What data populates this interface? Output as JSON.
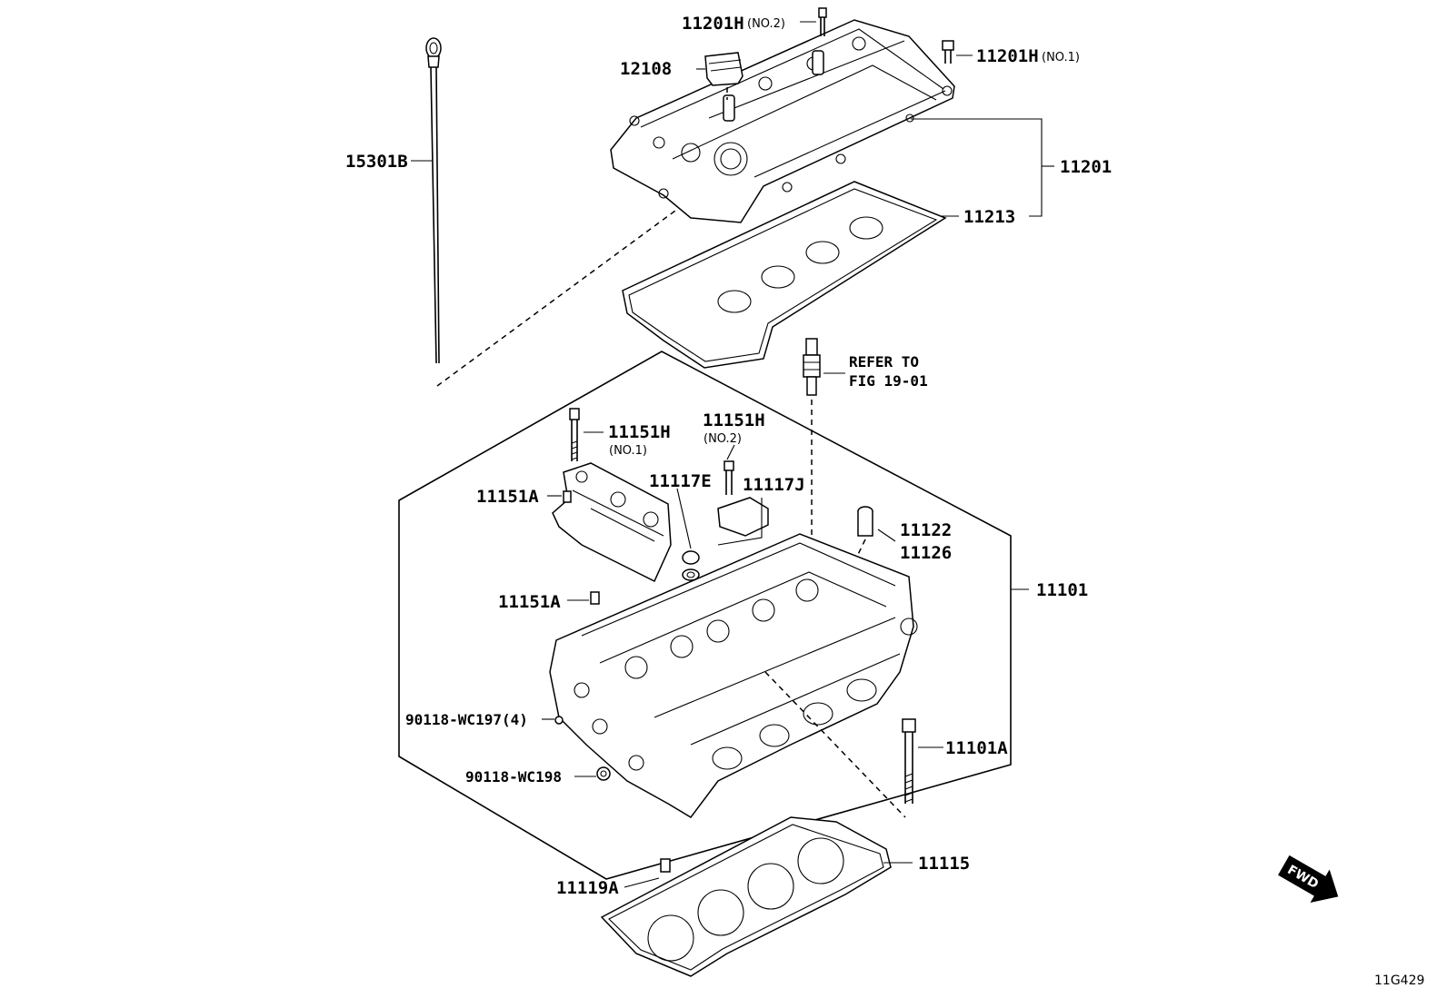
{
  "labels": {
    "p11201h_no2": "11201H",
    "p11201h_no2_sub": "(NO.2)",
    "p11201h_no1": "11201H",
    "p11201h_no1_sub": "(NO.1)",
    "p12108": "12108",
    "p15301b": "15301B",
    "p11201": "11201",
    "p11213": "11213",
    "refer_line1": "REFER TO",
    "refer_line2": "FIG 19-01",
    "p11151h_no1": "11151H",
    "p11151h_no1_sub": "(NO.1)",
    "p11151h_no2": "11151H",
    "p11151h_no2_sub": "(NO.2)",
    "p11117e": "11117E",
    "p11117j": "11117J",
    "p11151a_top": "11151A",
    "p11122": "11122",
    "p11126": "11126",
    "p11101": "11101",
    "p11151a_mid": "11151A",
    "p90118_wc197": "90118-WC197(4)",
    "p90118_wc198": "90118-WC198",
    "p11101a": "11101A",
    "p11115": "11115",
    "p11119a": "11119A"
  },
  "fwd_label": "FWD",
  "figure_id": "11G429",
  "colors": {
    "line": "#000000",
    "background": "#ffffff"
  }
}
